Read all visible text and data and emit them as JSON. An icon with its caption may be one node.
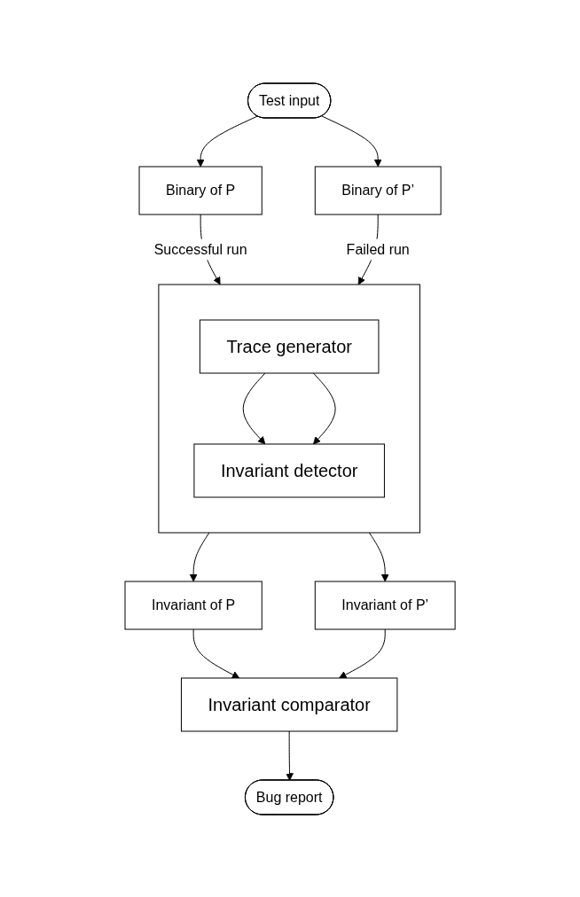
{
  "diagram": {
    "nodes": [
      {
        "text": [
          "Test input"
        ]
      },
      {
        "text": [
          "Binary of P"
        ]
      },
      {
        "text": [
          "Binary of P’"
        ]
      },
      {
        "text": [],
        "shape": "box"
      },
      {
        "text": [
          "Trace generator"
        ],
        "in": 3
      },
      {
        "text": [
          "Invariant detector"
        ],
        "in": 3
      },
      {
        "text": [
          "Invariant of P"
        ]
      },
      {
        "text": [
          "Invariant of P’"
        ]
      },
      {
        "text": [
          "Invariant comparator"
        ]
      },
      {
        "text": [
          "Bug report"
        ]
      }
    ],
    "edges": [
      {
        "from": 0,
        "to": 1,
        "arrow": "to"
      },
      {
        "from": 0,
        "to": 2,
        "arrow": "to"
      },
      {
        "from": 1,
        "to": 3,
        "arrow": "to",
        "label": "Successful run"
      },
      {
        "from": 2,
        "to": 3,
        "arrow": "to",
        "label": "Failed run"
      },
      {
        "from": 4,
        "to": 5,
        "arrow": "to"
      },
      {
        "from": 4,
        "to": 5,
        "arrow": "to"
      },
      {
        "from": 3,
        "to": 6,
        "arrow": "to"
      },
      {
        "from": 3,
        "to": 7,
        "arrow": "to"
      },
      {
        "from": 6,
        "to": 8,
        "arrow": "to"
      },
      {
        "from": 7,
        "to": 8,
        "arrow": "to"
      },
      {
        "from": 8,
        "to": 9,
        "arrow": "to"
      }
    ]
  }
}
